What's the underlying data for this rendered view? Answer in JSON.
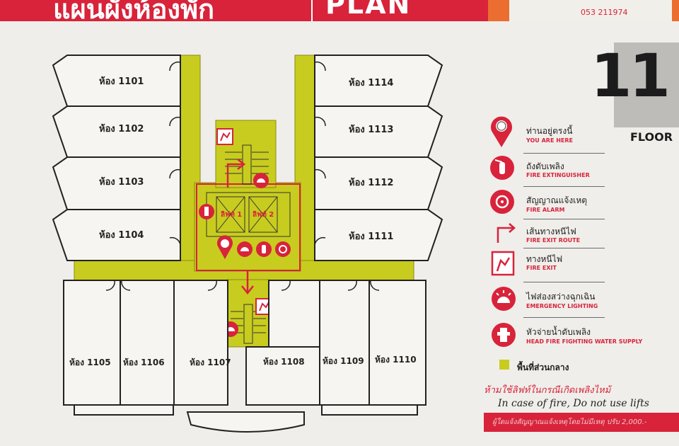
{
  "banner": {
    "title_thai": "แผนผังห้องพัก",
    "title_en": "PLAN",
    "phone": "053 211974"
  },
  "floor": {
    "number": "11",
    "label": "FLOOR"
  },
  "rooms": {
    "r1101": "ห้อง 1101",
    "r1102": "ห้อง 1102",
    "r1103": "ห้อง 1103",
    "r1104": "ห้อง 1104",
    "r1105": "ห้อง 1105",
    "r1106": "ห้อง 1106",
    "r1107": "ห้อง 1107",
    "r1108": "ห้อง 1108",
    "r1109": "ห้อง 1109",
    "r1110": "ห้อง 1110",
    "r1111": "ห้อง 1111",
    "r1112": "ห้อง 1112",
    "r1113": "ห้อง 1113",
    "r1114": "ห้อง 1114"
  },
  "lifts": {
    "lift1": "ลิฟท์ 1",
    "lift2": "ลิฟท์ 2"
  },
  "legend": [
    {
      "th": "ท่านอยู่ตรงนี้",
      "en": "YOU ARE HERE",
      "icon": "you-are-here-pin-icon"
    },
    {
      "th": "ถังดับเพลิง",
      "en": "FIRE EXTINGUISHER",
      "icon": "fire-extinguisher-icon"
    },
    {
      "th": "สัญญาณแจ้งเหตุ",
      "en": "FIRE ALARM",
      "icon": "fire-alarm-icon"
    },
    {
      "th": "เส้นทางหนีไฟ",
      "en": "FIRE EXIT ROUTE",
      "icon": "exit-route-arrow-icon"
    },
    {
      "th": "ทางหนีไฟ",
      "en": "FIRE EXIT",
      "icon": "fire-exit-sign-icon"
    },
    {
      "th": "ไฟส่องสว่างฉุกเฉิน",
      "en": "EMERGENCY LIGHTING",
      "icon": "emergency-light-icon"
    },
    {
      "th": "หัวจ่ายน้ำดับเพลิง",
      "en": "HEAD FIRE FIGHTING WATER SUPPLY",
      "icon": "fire-hydrant-icon"
    }
  ],
  "common_area": {
    "label": "พื้นที่ส่วนกลาง",
    "color": "#c8cc1e"
  },
  "notes": {
    "thai": "ห้ามใช้ลิฟท์ในกรณีเกิดเพลิงไหม้",
    "english": "In case of fire, Do not use lifts",
    "fine_print": "ผู้ใดแจ้งสัญญาณแจ้งเหตุโดยไม่มีเหตุ ปรับ 2,000.-"
  },
  "colors": {
    "red": "#d8233b",
    "yellow": "#c8cc1e",
    "paper": "#efeeea"
  }
}
